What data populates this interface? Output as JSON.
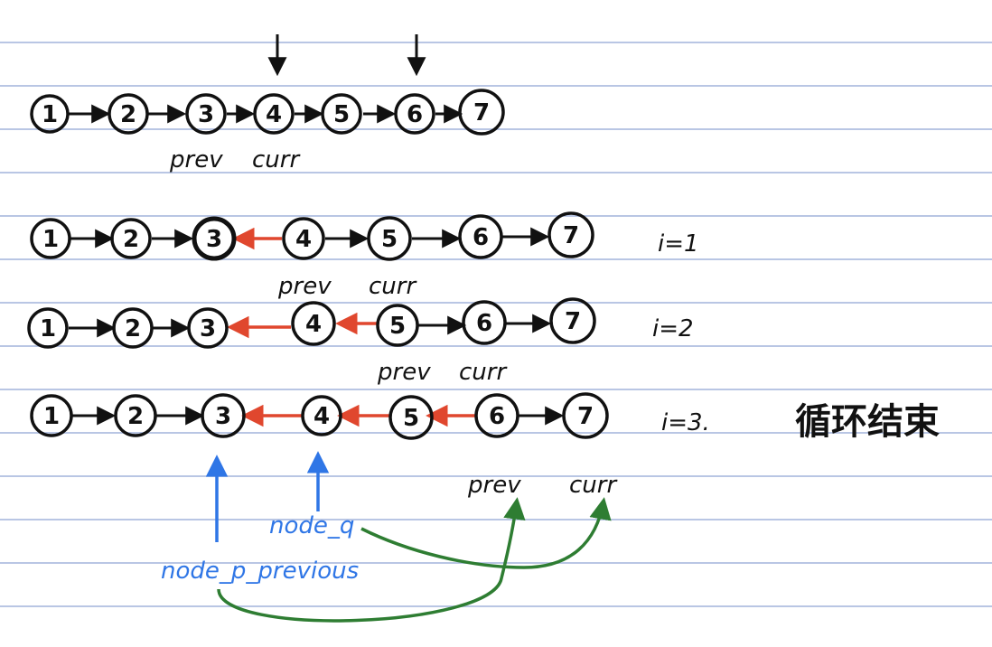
{
  "colors": {
    "ink": "#111111",
    "red": "#e0472e",
    "blue": "#2f76e6",
    "green": "#2e7d32",
    "ruled_line": "#b9c6e4"
  },
  "rows": [
    {
      "nodes": [
        "1",
        "2",
        "3",
        "4",
        "5",
        "6",
        "7"
      ],
      "labels": {
        "prev": "prev",
        "curr": "curr"
      },
      "iteration": ""
    },
    {
      "nodes": [
        "1",
        "2",
        "3",
        "4",
        "5",
        "6",
        "7"
      ],
      "labels": {
        "prev": "prev",
        "curr": "curr"
      },
      "iteration": "i=1"
    },
    {
      "nodes": [
        "1",
        "2",
        "3",
        "4",
        "5",
        "6",
        "7"
      ],
      "labels": {
        "prev": "prev",
        "curr": "curr"
      },
      "iteration": "i=2"
    },
    {
      "nodes": [
        "1",
        "2",
        "3",
        "4",
        "5",
        "6",
        "7"
      ],
      "labels": {
        "prev": "prev",
        "curr": "curr"
      },
      "iteration": "i=3."
    }
  ],
  "loop_end_text": "循环结束",
  "bottom_labels": {
    "node_q": "node_q",
    "node_p_previous": "node_p_previous"
  }
}
